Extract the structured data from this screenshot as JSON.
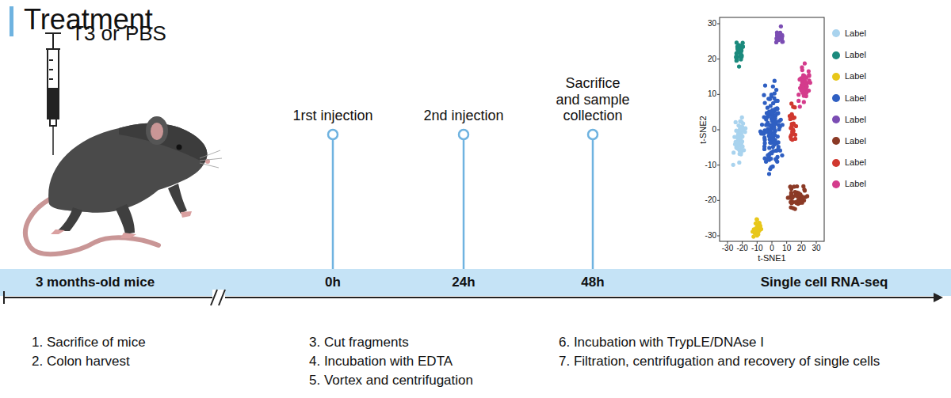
{
  "diagram": {
    "title": "Treatment",
    "nodes": [
      {
        "text": [
          "3 months-old mice",
          "0h",
          "24h",
          "48h",
          "Single cell RNA-seq"
        ]
      }
    ],
    "edges": [],
    "labels": [
      "T3 or PBS",
      "1rst injection",
      "2nd injection",
      "Sacrifice and sample collection",
      "30",
      "20",
      "10",
      "0",
      "-10",
      "-20",
      "-30",
      "-30",
      "-20",
      "-10",
      "0",
      "10",
      "20",
      "30",
      "t-SNE2",
      "t-SNE1",
      "1.  Sacrifice of mice",
      "2.  Colon harvest",
      "3.  Cut fragments",
      "4.  Incubation with EDTA",
      "5.  Vortex and centrifugation",
      "6.  Incubation with TrypLE/DNAse I",
      "7.  Filtration, centrifugation and recovery of single cells"
    ],
    "legend": [
      {
        "text": "Label",
        "color": "#a9d3ee"
      },
      {
        "text": "Label",
        "color": "#1b8a7d"
      },
      {
        "text": "Label",
        "color": "#e8c71a"
      },
      {
        "text": "Label",
        "color": "#2f5fc2"
      },
      {
        "text": "Label",
        "color": "#7b4db3"
      },
      {
        "text": "Label",
        "color": "#8b3a26"
      },
      {
        "text": "Label",
        "color": "#d0382f"
      },
      {
        "text": "Label",
        "color": "#d43c8c"
      }
    ]
  }
}
